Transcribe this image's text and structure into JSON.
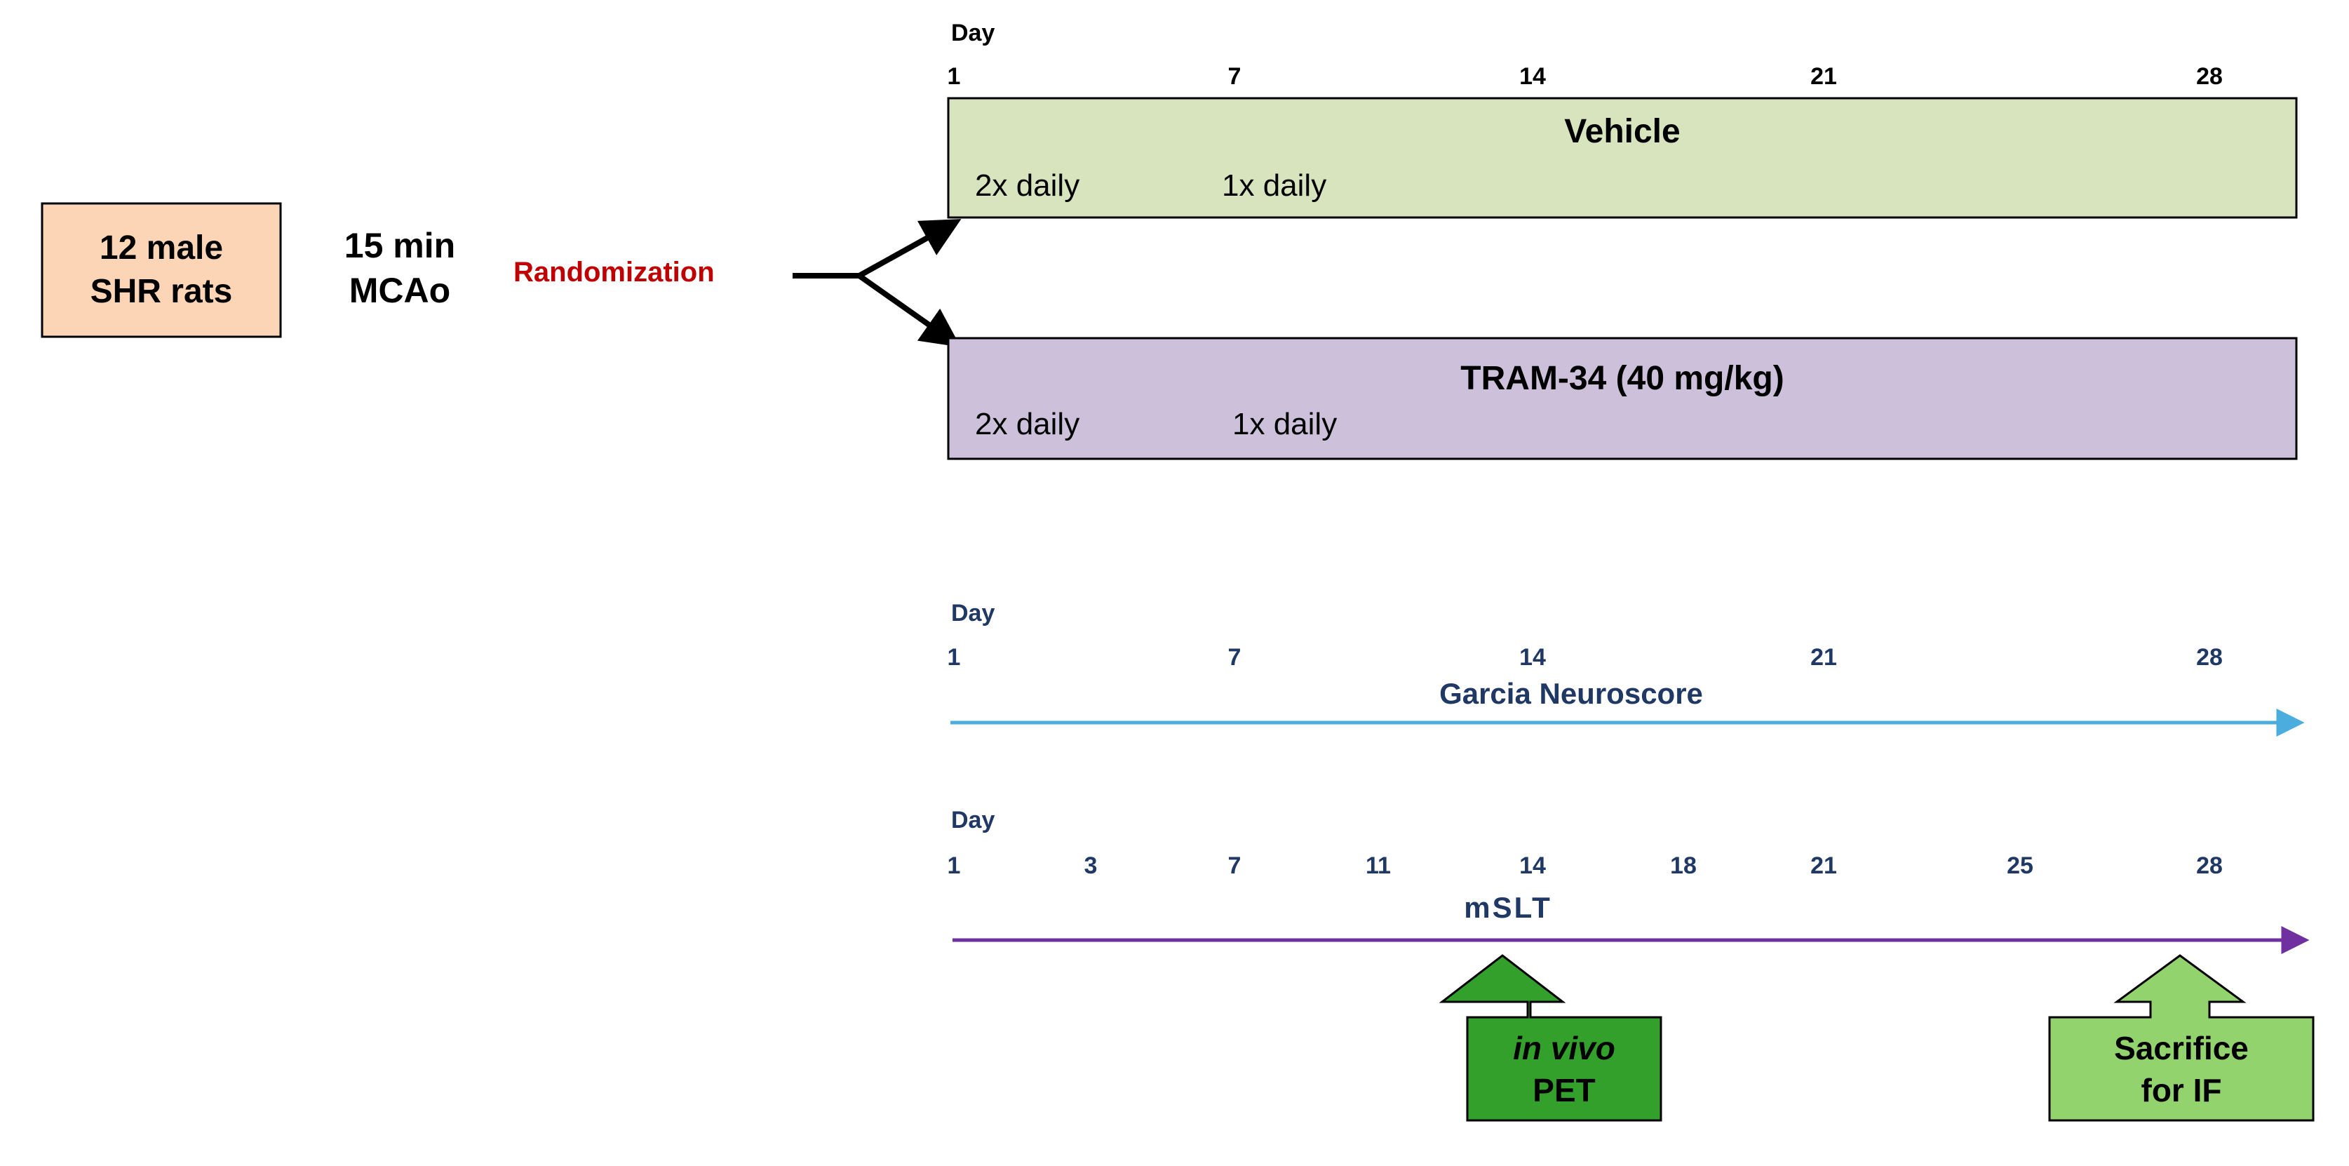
{
  "colors": {
    "subject_fill": "#fbd5b5",
    "vehicle_fill": "#d7e4bd",
    "tram_fill": "#ccc0da",
    "randomization_text": "#c00000",
    "garcia_arrow": "#4bacde",
    "mslt_arrow": "#7030a0",
    "axis_text": "#1f3864",
    "pet_arrow_fill": "#33a02c",
    "sacrifice_arrow_fill": "#92d36e"
  },
  "subjects": {
    "line1": "12 male",
    "line2": "SHR rats"
  },
  "procedure": {
    "line1": "15 min",
    "line2": "MCAo"
  },
  "randomization": {
    "label": "Randomization"
  },
  "treatment_timeline": {
    "day_label": "Day",
    "days": [
      "1",
      "7",
      "14",
      "21",
      "28"
    ],
    "groups": [
      {
        "name": "Vehicle",
        "dosing": [
          "2x daily",
          "1x daily"
        ]
      },
      {
        "name": "TRAM-34 (40 mg/kg)",
        "dosing": [
          "2x daily",
          "1x daily"
        ]
      }
    ]
  },
  "garcia_timeline": {
    "day_label": "Day",
    "days": [
      "1",
      "7",
      "14",
      "21",
      "28"
    ],
    "label": "Garcia Neuroscore"
  },
  "mslt_timeline": {
    "day_label": "Day",
    "days": [
      "1",
      "3",
      "7",
      "11",
      "14",
      "18",
      "21",
      "25",
      "28"
    ],
    "label": "mSLT"
  },
  "pet_event": {
    "line1": "in vivo",
    "line2": "PET"
  },
  "sacrifice_event": {
    "line1": "Sacrifice",
    "line2": "for IF"
  }
}
